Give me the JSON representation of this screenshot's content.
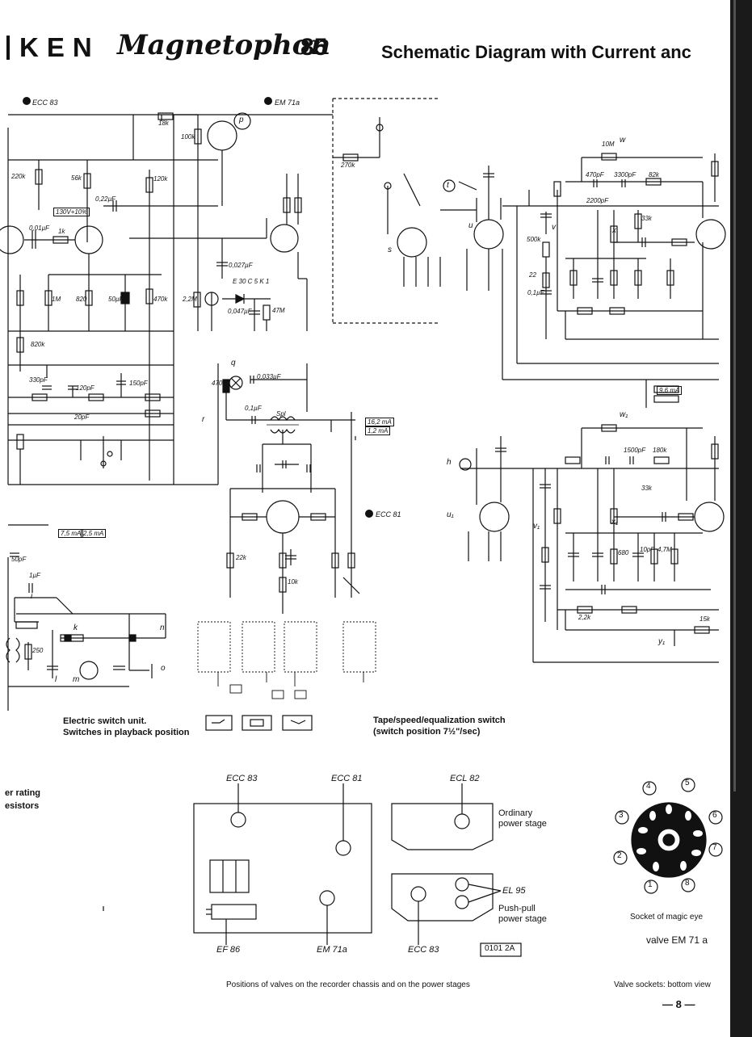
{
  "header": {
    "brand": "KEN",
    "model": "Magnetophon",
    "number": "85",
    "title": "Schematic Diagram with Current anc"
  },
  "valves": {
    "ecc83_top": "ECC 83",
    "em71a_top": "EM 71a",
    "ecc81_mid": "ECC 81"
  },
  "terminals": {
    "p": "p",
    "q": "q",
    "w": "w",
    "x": "x",
    "v": "v",
    "u": "u",
    "t": "t",
    "s": "s",
    "r": "r",
    "h": "h",
    "y1": "y₁",
    "w1": "w₁",
    "x1": "x₁",
    "v1": "v₁",
    "u1": "u₁",
    "i": "i",
    "k": "k",
    "n": "n",
    "l": "l",
    "m": "m",
    "o": "o",
    "s1": "s"
  },
  "components": {
    "r_220k": "220k",
    "r_56k": "56k",
    "c_022": "0,22µF",
    "c_01": "0,01µF",
    "r_1k": "1k",
    "r_1M": "1M",
    "r_820": "820",
    "c_50": "50µF",
    "r_470k": "470k",
    "r_120k": "120k",
    "r_100k": "100k",
    "r_18k": "18k",
    "r_22M": "2,2M",
    "c_0027": "0,027µF",
    "c_0047": "0,047µF",
    "r_47M": "47M",
    "r_270k": "270k",
    "r_10M": "10M",
    "c_470pF": "470pF",
    "c_3300pF": "3300pF",
    "r_82k": "82k",
    "c_2200pF": "2200pF",
    "r_500k": "500k",
    "r_33k": "33k",
    "c_01b": "0,1µF",
    "r_22": "22",
    "c_150pF": "150pF",
    "c_330pF": "330pF",
    "c_50pF": "50pF",
    "c_120pF": "120pF",
    "c_20pF": "20pF",
    "c_0033": "0,033µF",
    "r_470": "470",
    "c_01c": "0,1µF",
    "r_22k": "22k",
    "r_10k": "10k",
    "c_1500pF": "1500pF",
    "r_180k": "180k",
    "c_1pF": "1µF",
    "r_250": "250",
    "r_15k": "15k",
    "r_680": "680",
    "c_10pF": "10pF",
    "r_47Mb": "4,7M",
    "r_22kb": "2,2k",
    "spl": "Spl",
    "em": "E 30 C 5 K 1",
    "r_820k": "820k",
    "r_33k_b": "33k"
  },
  "meter_labels": {
    "m1": "16,2 mA",
    "m2": "1,2 mA",
    "m3": "9,6 mA",
    "m4": "7,5 mA",
    "m5": "2,5 mA",
    "m6": "130V+10%"
  },
  "captions": {
    "switch_unit_1": "Electric switch unit.",
    "switch_unit_2": "Switches in playback position",
    "tape_switch_1": "Tape/speed/equalization switch",
    "tape_switch_2": "(switch position 7½\"/sec)",
    "left_1": "er rating",
    "left_2": "esistors"
  },
  "chassis": {
    "ecc83_a": "ECC 83",
    "ecc81": "ECC 81",
    "ef86": "EF 86",
    "em71a": "EM 71a",
    "ecl82": "ECL 82",
    "ordinary_1": "Ordinary",
    "ordinary_2": "power stage",
    "el95": "EL 95",
    "pushpull_1": "Push-pull",
    "pushpull_2": "power stage",
    "ecc83_b": "ECC 83",
    "ref": "0101 2A",
    "caption": "Positions of valves on the recorder chassis and on the power stages"
  },
  "socket": {
    "pins": [
      "1",
      "2",
      "3",
      "4",
      "5",
      "6",
      "7",
      "8"
    ],
    "label": "Socket of magic eye",
    "valve": "valve EM 71 a",
    "bottom": "Valve sockets: bottom view"
  },
  "page_number": "— 8 —"
}
